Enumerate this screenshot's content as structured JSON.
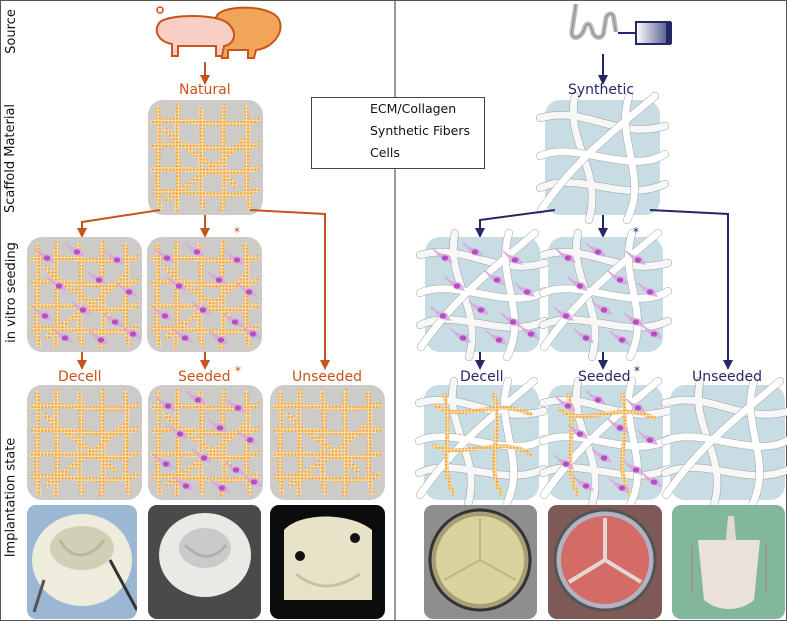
{
  "row_labels": {
    "source": "Source",
    "scaffold": "Scaffold Material",
    "seeding": "in vitro seeding",
    "implantation": "Implantation state"
  },
  "branches": {
    "natural": "Natural",
    "synthetic": "Synthetic"
  },
  "states": {
    "decell": "Decell",
    "seeded": "Seeded",
    "unseeded": "Unseeded",
    "asterisk": "*"
  },
  "legend": {
    "ecm": "ECM/Collagen",
    "fibers": "Synthetic Fibers",
    "cells": "Cells"
  },
  "colors": {
    "natural": "#c8531c",
    "synthetic": "#252866",
    "ecm_dot": "#f2b25c",
    "cell": "#c77fd1",
    "natural_bg": "#cdcbc8",
    "synthetic_bg": "#c7dce3",
    "fiber": "#f6f6f6"
  },
  "icons": {
    "source_natural": "pig-and-sheep-icon",
    "source_synthetic": "electrospinning-syringe-icon"
  }
}
